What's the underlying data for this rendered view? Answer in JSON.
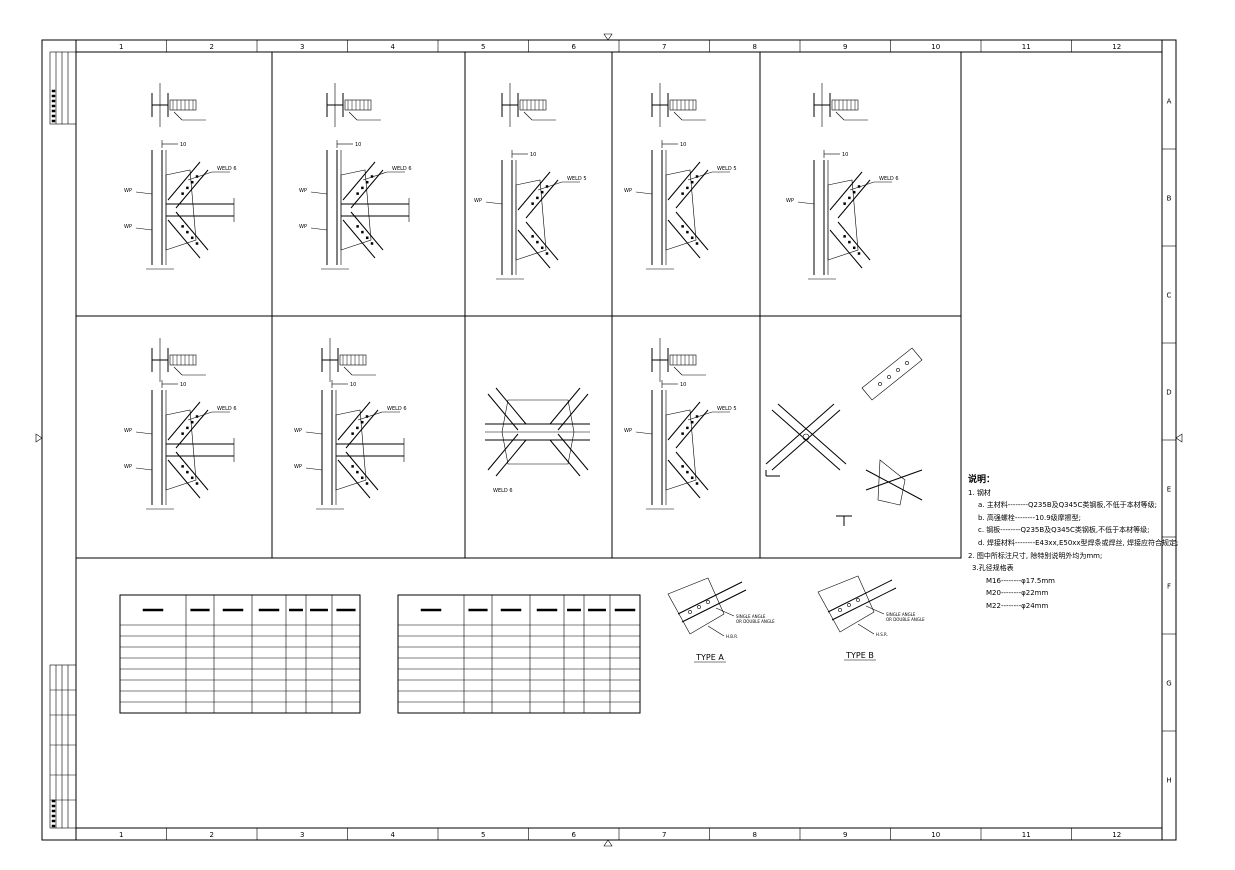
{
  "frame": {
    "columns": [
      "1",
      "2",
      "3",
      "4",
      "5",
      "6",
      "7",
      "8",
      "9",
      "10",
      "11",
      "12"
    ],
    "rows": [
      "A",
      "B",
      "C",
      "D",
      "E",
      "F",
      "G",
      "H"
    ]
  },
  "details": [
    {
      "welds": [
        "WELD 6"
      ],
      "side": [
        "WP",
        "WP"
      ]
    },
    {
      "welds": [
        "WELD 6"
      ],
      "side": [
        "WP",
        "WP"
      ]
    },
    {
      "welds": [
        "WELD 5"
      ],
      "side": [
        "WP"
      ]
    },
    {
      "welds": [
        "WELD 5"
      ],
      "side": [
        "WP"
      ]
    },
    {
      "welds": [
        "WELD 6"
      ],
      "side": [
        "WP"
      ]
    },
    {
      "welds": [
        "WELD 6"
      ],
      "side": [
        "WP",
        "WP"
      ]
    },
    {
      "welds": [
        "WELD 6"
      ],
      "side": [
        "WP",
        "WP"
      ]
    },
    {
      "welds": [
        "WELD 6"
      ],
      "side": []
    },
    {
      "welds": [
        "WELD 5"
      ],
      "side": [
        "WP"
      ]
    },
    {
      "welds": [],
      "side": []
    }
  ],
  "connection_types": [
    {
      "caption": "TYPE A",
      "labels": [
        "SINGLE ANGLE",
        "OR DOUBLE ANGLE",
        "H.B.R."
      ]
    },
    {
      "caption": "TYPE B",
      "labels": [
        "SINGLE ANGLE",
        "OR DOUBLE ANGLE",
        "H.S.R."
      ]
    }
  ],
  "notes": {
    "title": "说明：",
    "items": [
      "1. 钢材",
      "a. 主材料--------Q235B及Q345C类钢板,不低于本材等级;",
      "b. 高强螺栓--------10.9级摩擦型;",
      "c. 钢板--------Q235B及Q345C类钢板,不低于本材等级;",
      "d. 焊接材料--------E43xx,E50xx型焊条或焊丝, 焊接应符合规定;",
      "2. 图中所标注尺寸, 除特别说明外均为mm;",
      "3.孔径规格表"
    ],
    "bolts": [
      "M16--------φ17.5mm",
      "M20--------φ22mm",
      "M22--------φ24mm"
    ]
  }
}
